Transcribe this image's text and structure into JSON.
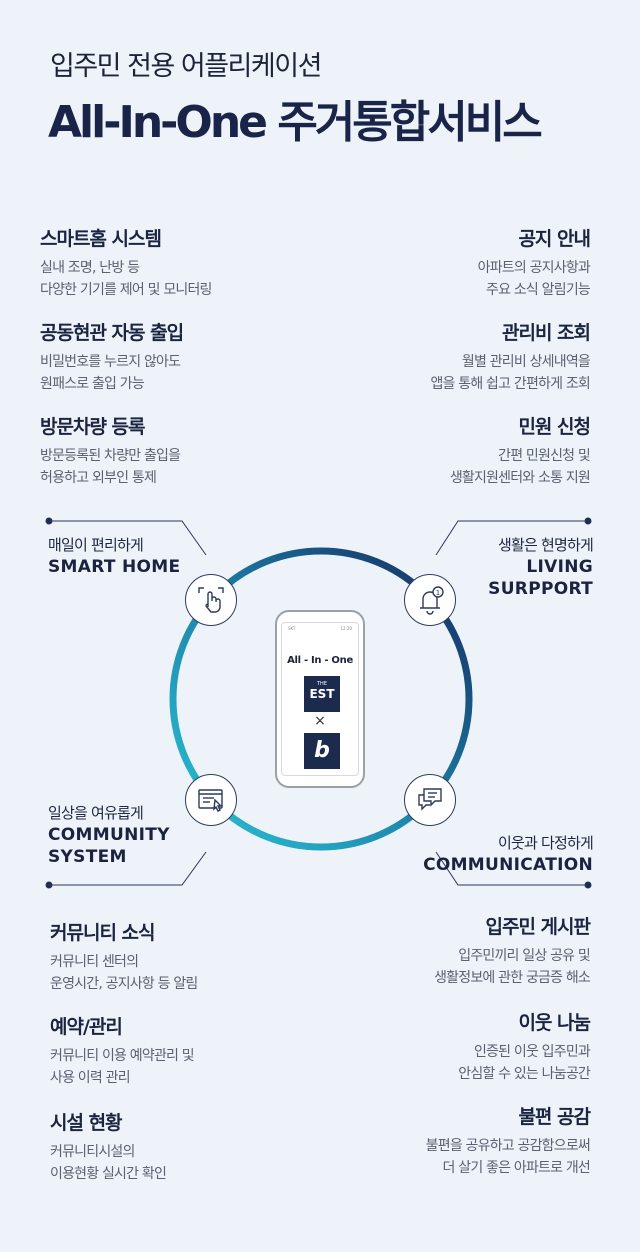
{
  "header": {
    "subtitle": "입주민 전용 어플리케이션",
    "title": "All-In-One 주거통합서비스"
  },
  "top_features": {
    "left": [
      {
        "title": "스마트홈 시스템",
        "lines": [
          "실내 조명, 난방 등",
          "다양한 기기를 제어 및 모니터링"
        ]
      },
      {
        "title": "공동현관 자동 출입",
        "lines": [
          "비밀번호를 누르지 않아도",
          "원패스로 출입 가능"
        ]
      },
      {
        "title": "방문차량 등록",
        "lines": [
          "방문등록된 차량만 출입을",
          "허용하고 외부인 통제"
        ]
      }
    ],
    "right": [
      {
        "title": "공지 안내",
        "lines": [
          "아파트의 공지사항과",
          "주요 소식 알림기능"
        ]
      },
      {
        "title": "관리비 조회",
        "lines": [
          "월별 관리비 상세내역을",
          "앱을 통해 쉽고 간편하게 조회"
        ]
      },
      {
        "title": "민원 신청",
        "lines": [
          "간편 민원신청 및",
          "생활지원센터와 소통 지원"
        ]
      }
    ]
  },
  "categories": {
    "smart_home": {
      "ko": "매일이 편리하게",
      "en": [
        "SMART HOME"
      ]
    },
    "living_support": {
      "ko": "생활은 현명하게",
      "en": [
        "LIVING",
        "SURPPORT"
      ]
    },
    "community_system": {
      "ko": "일상을 여유롭게",
      "en": [
        "COMMUNITY",
        "SYSTEM"
      ]
    },
    "communication": {
      "ko": "이웃과 다정하게",
      "en": [
        "COMMUNICATION"
      ]
    }
  },
  "phone": {
    "status_left": "SKT",
    "status_right": "12:30",
    "app_title": "All - In - One",
    "logo1_small": "THE",
    "logo1_big": "EST",
    "times": "×",
    "logo2": "b"
  },
  "bottom_features": {
    "left": [
      {
        "title": "커뮤니티 소식",
        "lines": [
          "커뮤니티 센터의",
          "운영시간, 공지사항 등 알림"
        ]
      },
      {
        "title": "예약/관리",
        "lines": [
          "커뮤니티 이용 예약관리 및",
          "사용 이력 관리"
        ]
      },
      {
        "title": "시설 현황",
        "lines": [
          "커뮤니티시설의",
          "이용현황 실시간 확인"
        ]
      }
    ],
    "right": [
      {
        "title": "입주민 게시판",
        "lines": [
          "입주민끼리 일상 공유 및",
          "생활정보에 관한 궁금증 해소"
        ]
      },
      {
        "title": "이웃 나눔",
        "lines": [
          "인증된 이웃 입주민과",
          "안심할 수 있는 나눔공간"
        ]
      },
      {
        "title": "불편 공감",
        "lines": [
          "불편을 공유하고 공감함으로써",
          "더 살기 좋은 아파트로 개선"
        ]
      }
    ]
  },
  "icons": [
    "touch-hand-icon",
    "bell-notification-icon",
    "browser-window-icon",
    "chat-bubbles-icon"
  ],
  "colors": {
    "ring_start": "#2cc5d6",
    "ring_end": "#15275a",
    "navy": "#1c2a4d"
  }
}
